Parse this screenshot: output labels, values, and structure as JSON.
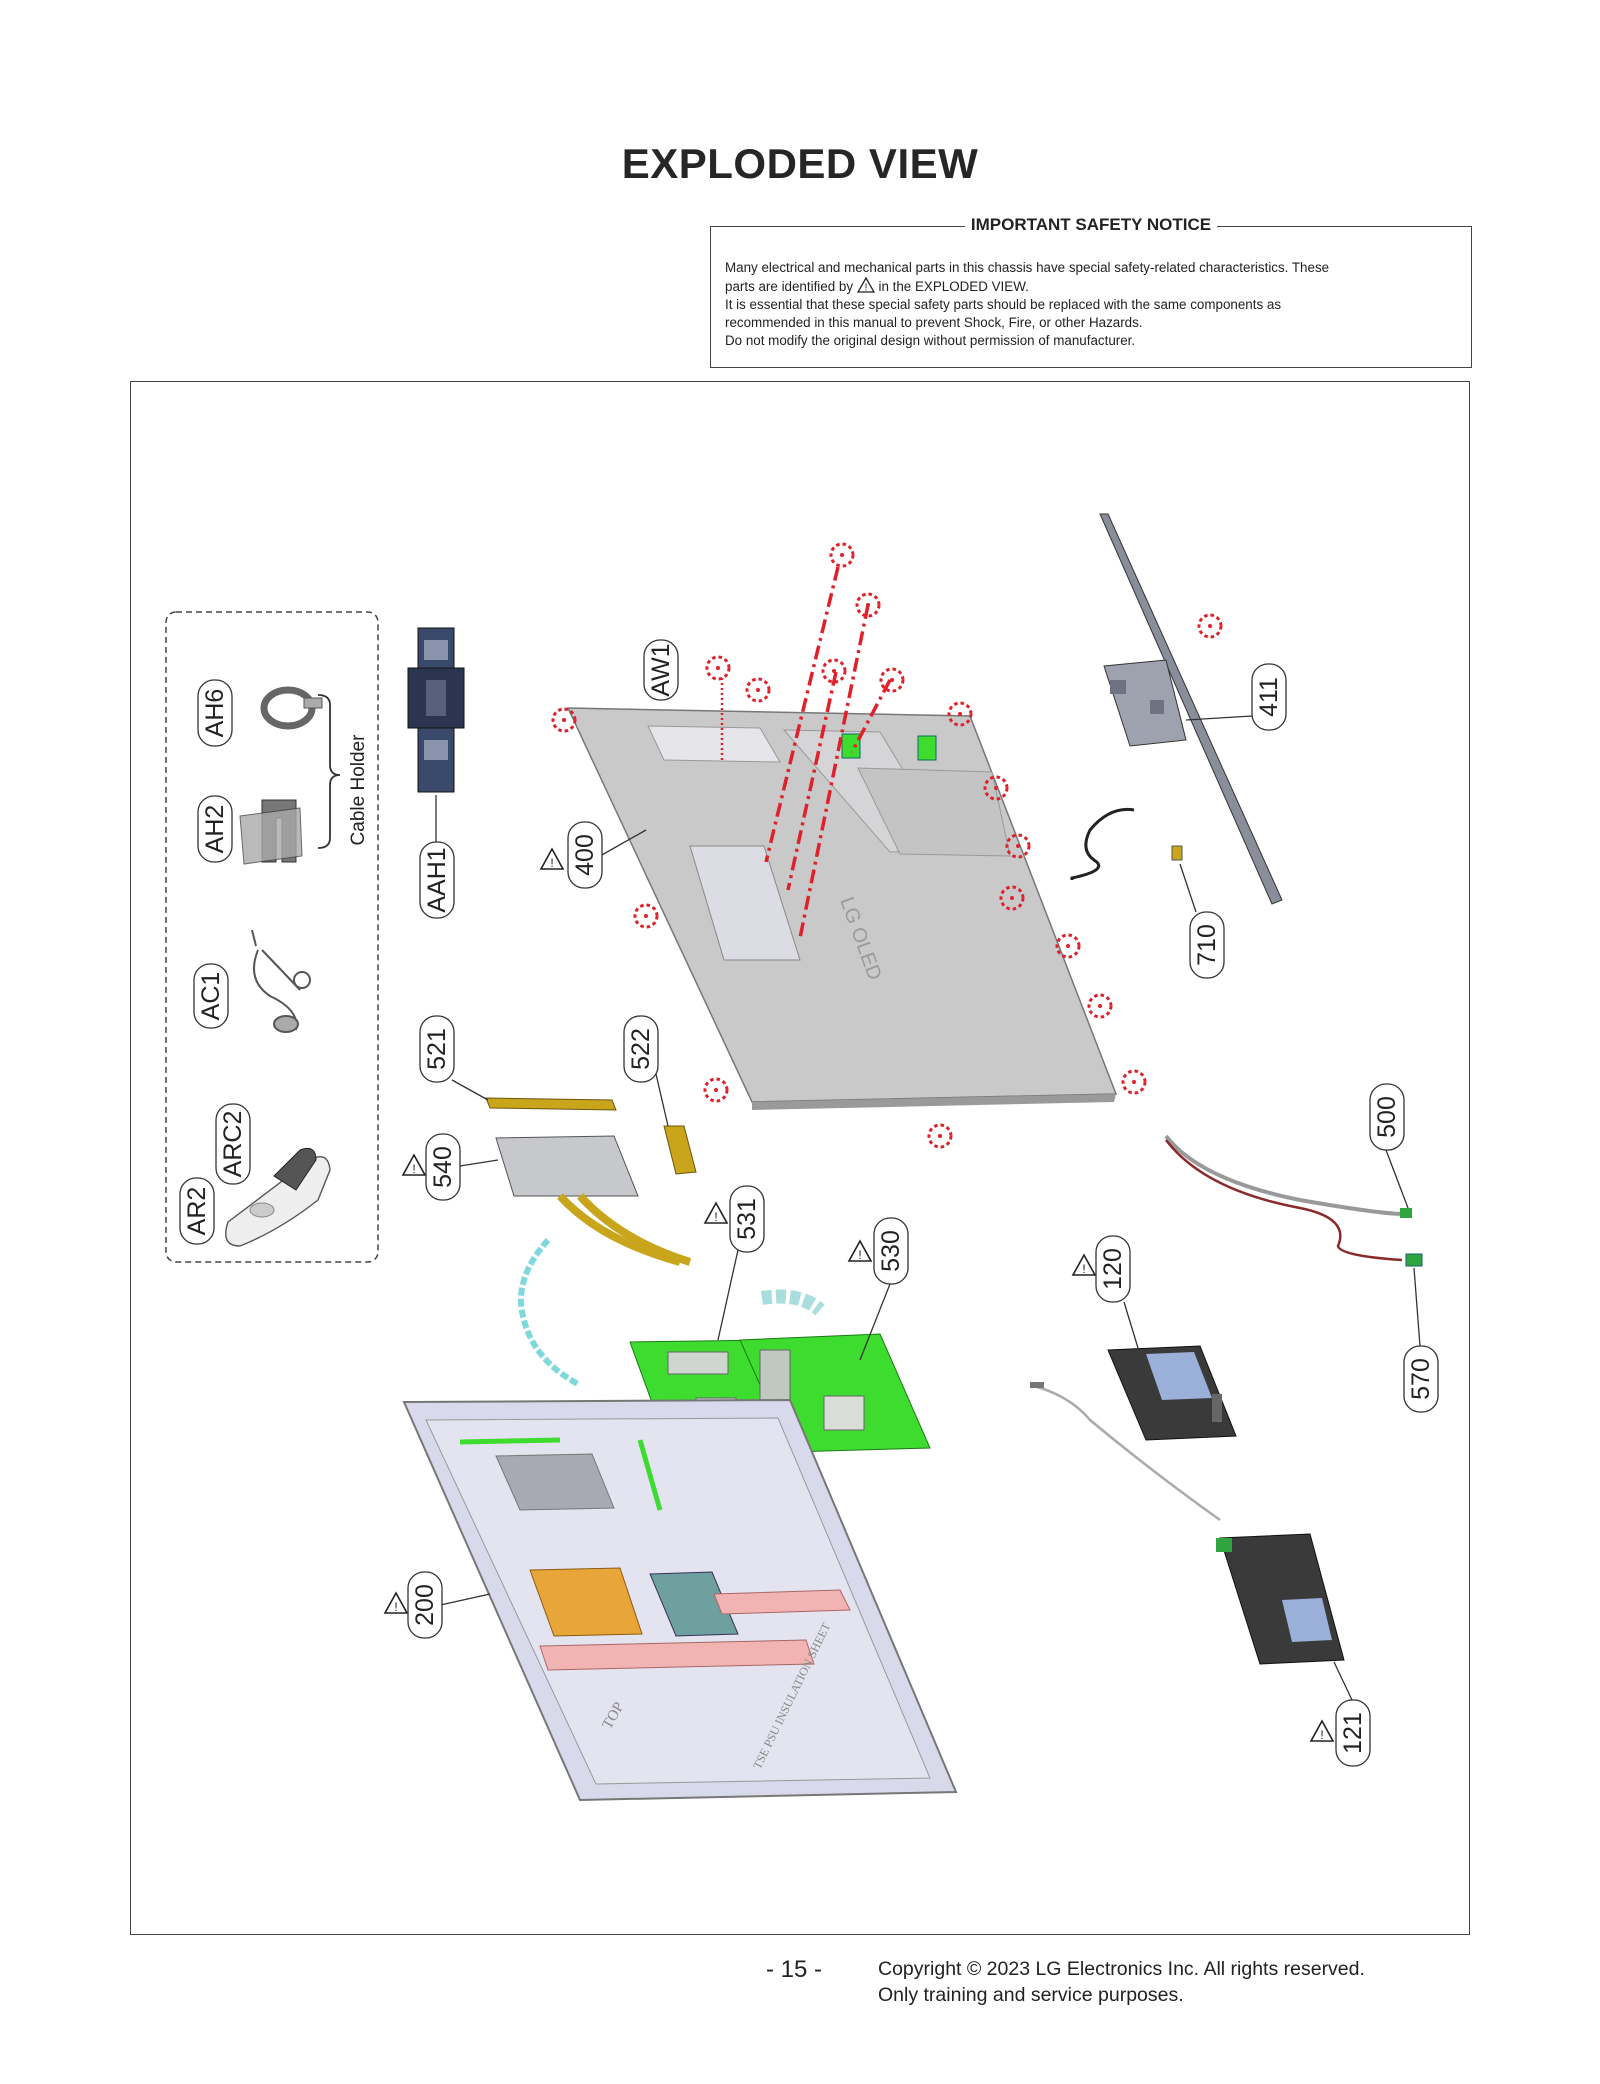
{
  "page": {
    "title": "EXPLODED VIEW",
    "page_number": "- 15 -",
    "copyright_line1": "Copyright © 2023 LG Electronics Inc. All rights reserved.",
    "copyright_line2": "Only training and service purposes."
  },
  "notice": {
    "title": "IMPORTANT SAFETY NOTICE",
    "line1": "Many electrical and mechanical parts in this chassis have special safety-related characteristics. These",
    "line2_before": "parts are identified by",
    "line2_after": "in the EXPLODED VIEW.",
    "line3": "It is essential that these special safety parts should be replaced with the same components as",
    "line4": "recommended in this manual to prevent Shock, Fire, or other Hazards.",
    "line5": "Do not modify the original design without permission of manufacturer."
  },
  "labels": {
    "cable_holder": "Cable Holder",
    "AH6": "AH6",
    "AH2": "AH2",
    "AC1": "AC1",
    "ARC2": "ARC2",
    "AR2": "AR2",
    "AAH1": "AAH1",
    "AW1": "AW1",
    "p400": "400",
    "p411": "411",
    "p710": "710",
    "p521": "521",
    "p522": "522",
    "p540": "540",
    "p531": "531",
    "p530": "530",
    "p500": "500",
    "p570": "570",
    "p120": "120",
    "p121": "121",
    "p200": "200",
    "lg_oled_mark": "LG OLED",
    "top_mark": "TOP",
    "psu_sheet_mark": "TSE PSU INSULATION SHEET"
  },
  "colors": {
    "pcb_green": "#3ddc2f",
    "chassis_gray": "#c9c9c9",
    "screw_red": "#e0202a",
    "frame_lavender": "#d9d9ec",
    "cable_gold": "#c9a51c",
    "cable_cyan": "#7fd8dc",
    "pad_orange": "#e8a53a",
    "pad_pink": "#f2b3b3"
  },
  "icons": [
    "warning-triangle-icon"
  ]
}
